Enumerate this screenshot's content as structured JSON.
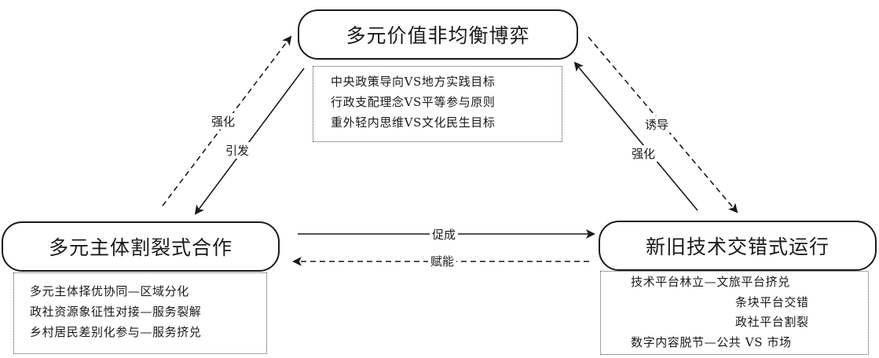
{
  "nodes": {
    "top": "多元价值非均衡博弈",
    "left": "多元主体割裂式合作",
    "right": "新旧技术交错式运行"
  },
  "notes": {
    "top": [
      "中央政策导向VS地方实践目标",
      "行政支配理念VS平等参与原则",
      "重外轻内思维VS文化民生目标"
    ],
    "left": [
      "多元主体择优协同—区域分化",
      "政社资源象征性对接—服务裂解",
      "乡村居民差别化参与—服务挤兑"
    ],
    "right": [
      "技术平台林立—文旅平台挤兑",
      "条块平台交错",
      "政社平台割裂",
      "数字内容脱节—公共 VS 市场"
    ]
  },
  "edges": {
    "left_up": "强化",
    "left_down": "引发",
    "right_up": "诱导",
    "right_down": "强化",
    "bottom_forward": "促成",
    "bottom_back": "赋能"
  }
}
